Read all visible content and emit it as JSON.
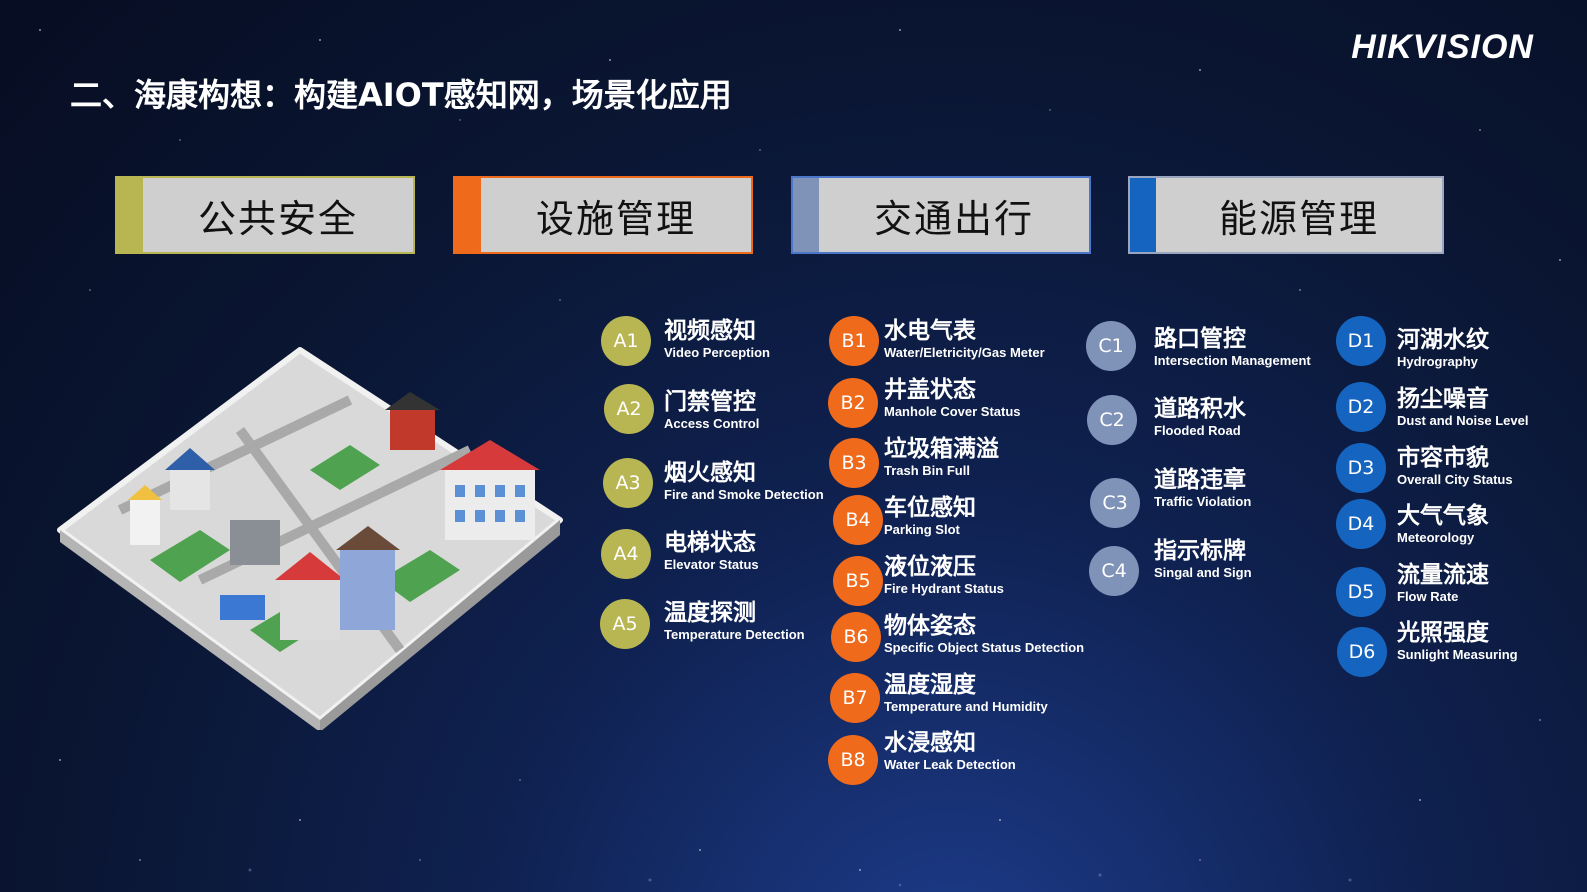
{
  "brand": "HIKVISION",
  "title": "二、海康构想：构建AIOT感知网，场景化应用",
  "colors": {
    "A": "#b8b553",
    "B": "#f06a1c",
    "C": "#7f93b8",
    "D": "#1565c0"
  },
  "categories": [
    {
      "label": "公共安全",
      "color": "#b8b553"
    },
    {
      "label": "设施管理",
      "color": "#f06a1c"
    },
    {
      "label": "交通出行",
      "color": "#7f93b8"
    },
    {
      "label": "能源管理",
      "color": "#1565c0"
    }
  ],
  "a_items": [
    {
      "code": "A1",
      "zh": "视频感知",
      "en": "Video Perception"
    },
    {
      "code": "A2",
      "zh": "门禁管控",
      "en": "Access Control"
    },
    {
      "code": "A3",
      "zh": "烟火感知",
      "en": "Fire and Smoke Detection"
    },
    {
      "code": "A4",
      "zh": "电梯状态",
      "en": "Elevator Status"
    },
    {
      "code": "A5",
      "zh": "温度探测",
      "en": "Temperature Detection"
    }
  ],
  "b_items": [
    {
      "code": "B1",
      "zh": "水电气表",
      "en": "Water/Eletricity/Gas Meter"
    },
    {
      "code": "B2",
      "zh": "井盖状态",
      "en": "Manhole Cover Status"
    },
    {
      "code": "B3",
      "zh": "垃圾箱满溢",
      "en": "Trash Bin Full"
    },
    {
      "code": "B4",
      "zh": "车位感知",
      "en": "Parking Slot"
    },
    {
      "code": "B5",
      "zh": "液位液压",
      "en": "Fire Hydrant Status"
    },
    {
      "code": "B6",
      "zh": "物体姿态",
      "en": "Specific Object Status Detection"
    },
    {
      "code": "B7",
      "zh": "温度湿度",
      "en": "Temperature and Humidity"
    },
    {
      "code": "B8",
      "zh": "水浸感知",
      "en": "Water Leak Detection"
    }
  ],
  "c_items": [
    {
      "code": "C1",
      "zh": "路口管控",
      "en": "Intersection Management"
    },
    {
      "code": "C2",
      "zh": "道路积水",
      "en": "Flooded Road"
    },
    {
      "code": "C3",
      "zh": "道路违章",
      "en": "Traffic Violation"
    },
    {
      "code": "C4",
      "zh": "指示标牌",
      "en": "Singal and Sign"
    }
  ],
  "d_items": [
    {
      "code": "D1",
      "zh": "河湖水纹",
      "en": "Hydrography"
    },
    {
      "code": "D2",
      "zh": "扬尘噪音",
      "en": "Dust and Noise Level"
    },
    {
      "code": "D3",
      "zh": "市容市貌",
      "en": "Overall City Status"
    },
    {
      "code": "D4",
      "zh": "大气气象",
      "en": "Meteorology"
    },
    {
      "code": "D5",
      "zh": "流量流速",
      "en": "Flow Rate"
    },
    {
      "code": "D6",
      "zh": "光照强度",
      "en": "Sunlight Measuring"
    }
  ]
}
